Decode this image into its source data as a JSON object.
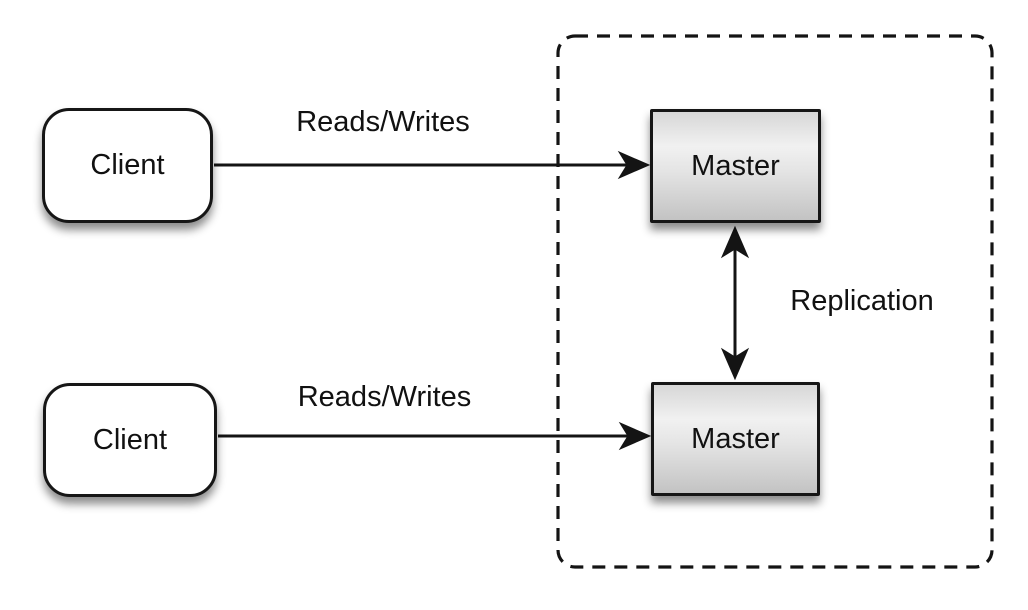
{
  "diagram": {
    "colors": {
      "background": "#ffffff",
      "stroke": "#141414",
      "client_fill": "#ffffff",
      "master_gradient_top": "#d7d7d7",
      "master_gradient_mid": "#f1f1f1",
      "master_gradient_bottom": "#c3c3c3"
    },
    "nodes": {
      "client_top": {
        "label": "Client",
        "shape": "rounded-rect"
      },
      "client_bottom": {
        "label": "Client",
        "shape": "rounded-rect"
      },
      "master_top": {
        "label": "Master",
        "shape": "rect"
      },
      "master_bottom": {
        "label": "Master",
        "shape": "rect"
      }
    },
    "edges": {
      "reads_writes_top": {
        "label": "Reads/Writes",
        "from": "client_top",
        "to": "master_top",
        "direction": "one-way"
      },
      "reads_writes_bottom": {
        "label": "Reads/Writes",
        "from": "client_bottom",
        "to": "master_bottom",
        "direction": "one-way"
      },
      "replication": {
        "label": "Replication",
        "from": "master_top",
        "to": "master_bottom",
        "direction": "two-way"
      }
    },
    "group": {
      "style": "dashed-rounded-rect",
      "contains": [
        "master_top",
        "master_bottom"
      ]
    }
  }
}
